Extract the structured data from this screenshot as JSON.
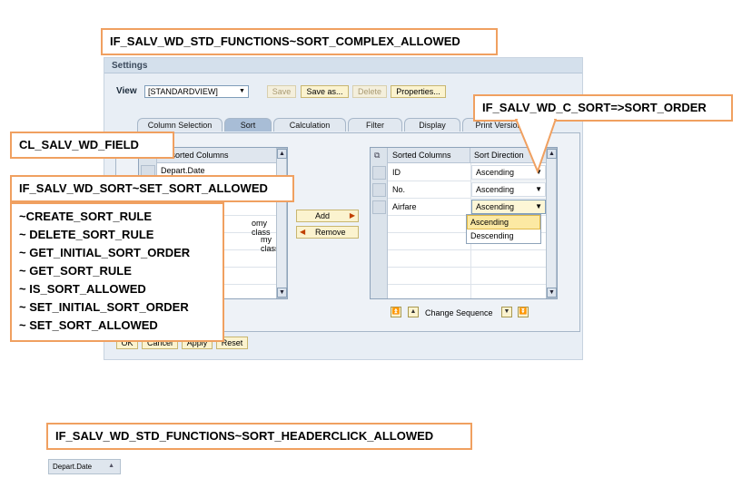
{
  "callouts": {
    "sort_complex_allowed": "IF_SALV_WD_STD_FUNCTIONS~SORT_COMPLEX_ALLOWED",
    "sort_order": "IF_SALV_WD_C_SORT=>SORT_ORDER",
    "field": "CL_SALV_WD_FIELD",
    "set_sort_allowed": "IF_SALV_WD_SORT~SET_SORT_ALLOWED",
    "methods": [
      "~CREATE_SORT_RULE",
      "~ DELETE_SORT_RULE",
      "~ GET_INITIAL_SORT_ORDER",
      "~ GET_SORT_RULE",
      "~ IS_SORT_ALLOWED",
      "~ SET_INITIAL_SORT_ORDER",
      "~ SET_SORT_ALLOWED"
    ],
    "headerclick_allowed": "IF_SALV_WD_STD_FUNCTIONS~SORT_HEADERCLICK_ALLOWED"
  },
  "settings": {
    "title": "Settings",
    "view_label": "View",
    "view_value": "[STANDARDVIEW]",
    "buttons": {
      "save": "Save",
      "save_as": "Save as...",
      "delete": "Delete",
      "properties": "Properties..."
    },
    "tabs": [
      "Column Selection",
      "Sort",
      "Calculation",
      "Filter",
      "Display",
      "Print Version"
    ],
    "unsorted": {
      "header": "Unsorted Columns",
      "rows": [
        "Depart.Date",
        "",
        "omy class",
        "my class",
        "",
        "",
        ""
      ]
    },
    "add_label": "Add",
    "remove_label": "Remove",
    "sorted": {
      "header_col": "Sorted Columns",
      "header_dir": "Sort Direction",
      "rows": [
        {
          "col": "ID",
          "dir": "Ascending"
        },
        {
          "col": "No.",
          "dir": "Ascending"
        },
        {
          "col": "Airfare",
          "dir": "Ascending"
        }
      ],
      "options": [
        "Ascending",
        "Descending"
      ]
    },
    "change_sequence": "Change Sequence",
    "footer": {
      "ok": "OK",
      "cancel": "Cancel",
      "apply": "Apply",
      "reset": "Reset"
    }
  },
  "header_sample": "Depart.Date"
}
